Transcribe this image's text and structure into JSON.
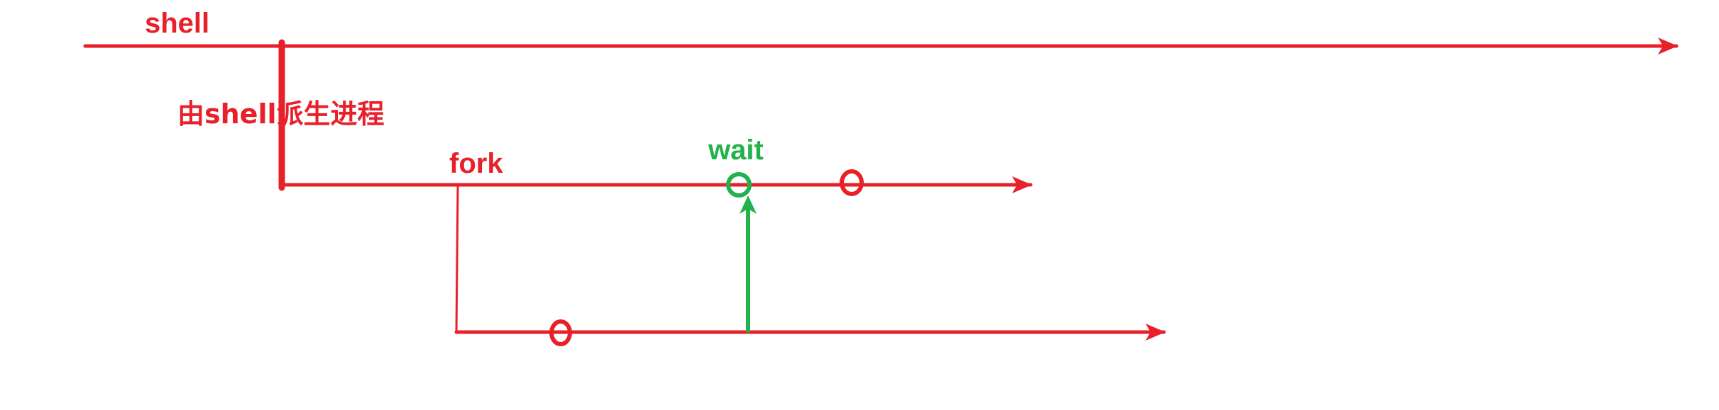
{
  "labels": {
    "shell": "shell",
    "derived": "由shell派生进程",
    "fork": "fork",
    "wait": "wait"
  },
  "colors": {
    "red": "#e8202a",
    "green": "#22b14c"
  }
}
